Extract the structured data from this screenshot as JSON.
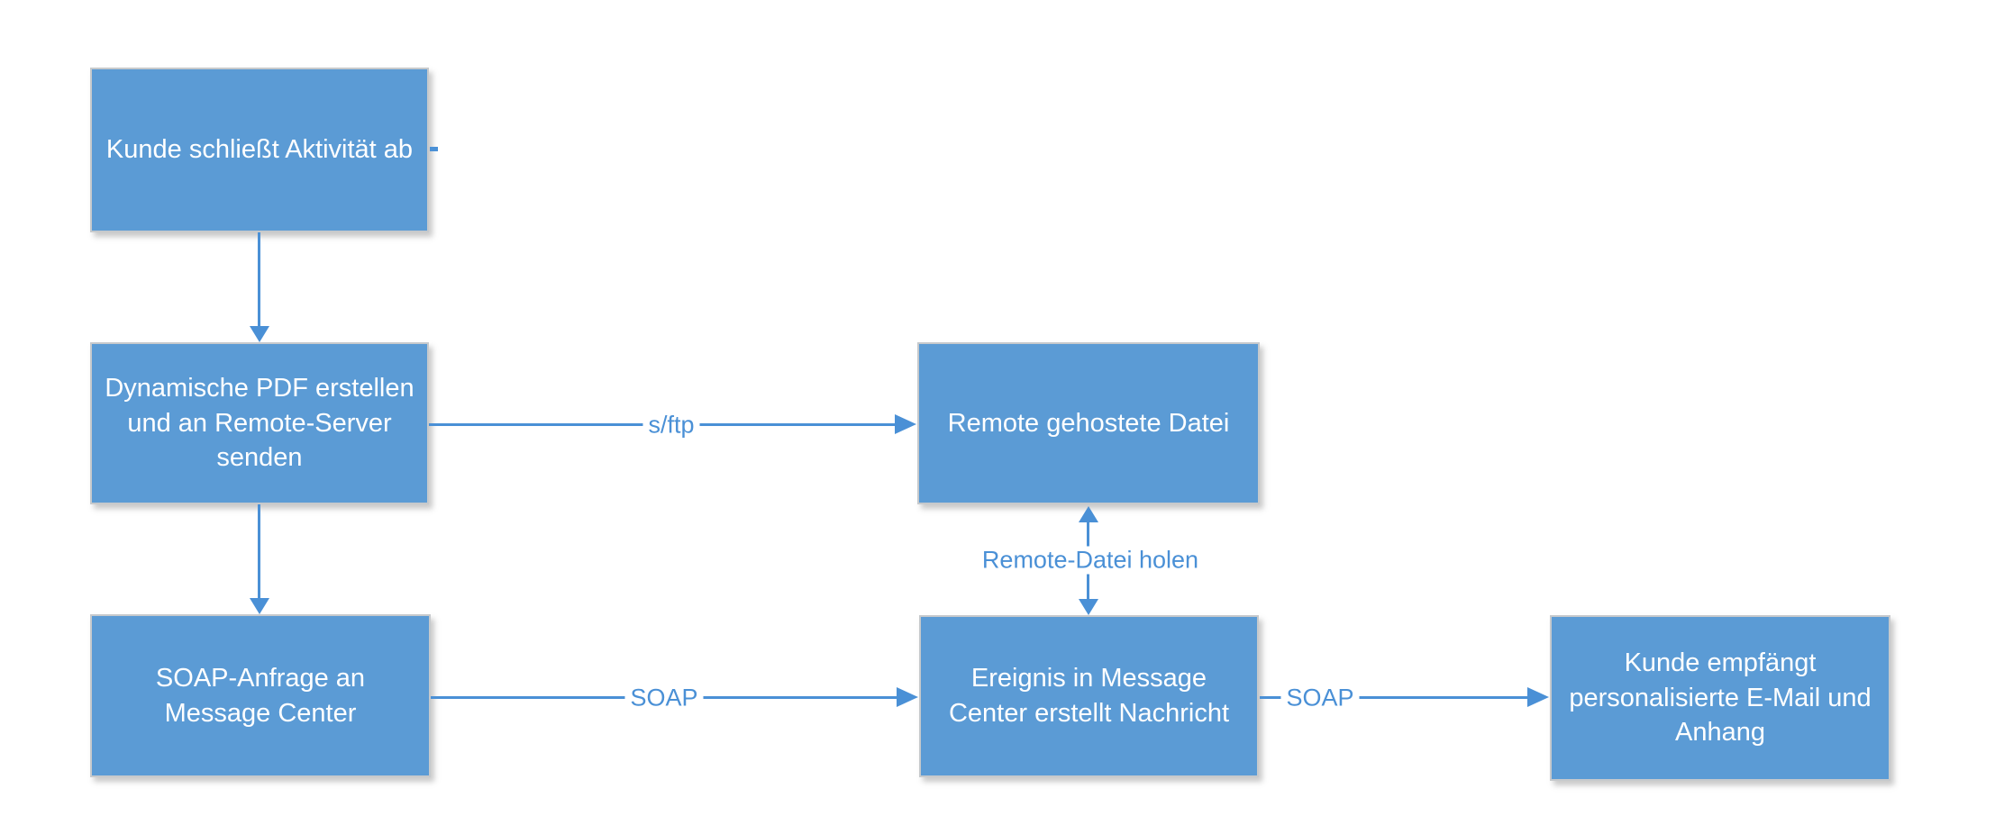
{
  "diagram": {
    "title": "",
    "colors": {
      "bg": "#ffffff",
      "node_fill": "#5b9bd5",
      "node_border": "#c6c9cc",
      "node_text": "#ffffff",
      "arrow": "#4a90d6",
      "label": "#4a90d6"
    },
    "nodes": {
      "kunde_schliesst": {
        "label": "Kunde schließt Aktivität ab"
      },
      "dynamische_pdf": {
        "label": "Dynamische PDF erstellen und an Remote-Server senden"
      },
      "soap_anfrage": {
        "label": "SOAP-Anfrage an Message Center"
      },
      "remote_datei": {
        "label": "Remote gehostete Datei"
      },
      "ereignis": {
        "label": "Ereignis in Message Center erstellt Nachricht"
      },
      "kunde_empfaengt": {
        "label": "Kunde empfängt personalisierte E-Mail und Anhang"
      }
    },
    "edges": {
      "pdf_to_remote": {
        "label": "s/ftp"
      },
      "soap_to_ereignis": {
        "label": "SOAP"
      },
      "ereignis_to_kunde": {
        "label": "SOAP"
      },
      "remote_fetch": {
        "label": "Remote-Datei holen"
      }
    }
  }
}
